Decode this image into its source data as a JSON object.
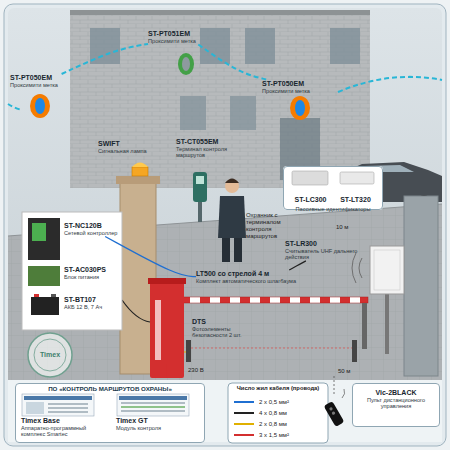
{
  "diagram": {
    "nodes": [
      {
        "text": [
          "ST-PT050EM",
          "Проксимити метка"
        ]
      },
      {
        "text": [
          "ST-PT051EM",
          "Проксимити метка"
        ]
      },
      {
        "text": [
          "ST-PT050EM",
          "Проксимити метка"
        ]
      },
      {
        "text": [
          "SWIFT",
          "Сигнальная лампа"
        ]
      },
      {
        "text": [
          "ST-CT055EM",
          "Терминал контроля маршрутов"
        ]
      },
      {
        "text": [
          "ST-LC300",
          "ST-LT320",
          "Пассивные идентификаторы"
        ]
      },
      {
        "text": [
          "ST-NC120B",
          "Сетевой контроллер"
        ]
      },
      {
        "text": [
          "ST-AC030PS",
          "Блок питания"
        ]
      },
      {
        "text": [
          "ST-BT107",
          "АКБ 12 В, 7 Ач"
        ]
      },
      {
        "text": [
          "ST-LR300",
          "Считыватель UHF дальнего действия"
        ]
      },
      {
        "text": [
          "LT500 со стрелой 4 м",
          "Комплект автоматического шлагбаума"
        ]
      },
      {
        "text": [
          "DTS",
          "Фотоэлементы безопасности 2 шт."
        ]
      },
      {
        "text": [
          "ПО «КОНТРОЛЬ МАРШРУТОВ ОХРАНЫ»"
        ]
      },
      {
        "text": [
          "Timex Base",
          "Аппаратно-программный комплекс Smartec"
        ],
        "in": 12
      },
      {
        "text": [
          "Timex GT",
          "Модуль контроля"
        ],
        "in": 12
      },
      {
        "text": [
          "Vic-2BLACK",
          "Пульт дистанционного управления"
        ]
      }
    ],
    "edges": [
      {
        "from": 0,
        "to": 1,
        "arrow": "none"
      },
      {
        "from": 1,
        "to": 2,
        "arrow": "none"
      },
      {
        "from": 6,
        "to": 10,
        "arrow": "none"
      },
      {
        "from": 9,
        "to": 10,
        "arrow": "none"
      }
    ],
    "labels": [
      "Охранник с терминалом контроля маршрутов",
      "10 м",
      "230 В",
      "50 м",
      "Число жил кабеля (провода)",
      "Timex"
    ],
    "legend": [
      {
        "text": "2 х 0,5 мм²"
      },
      {
        "text": "4 х 0,8 мм"
      },
      {
        "text": "2 х 0,8 мм"
      },
      {
        "text": "3 х 1,5 мм²"
      }
    ]
  }
}
